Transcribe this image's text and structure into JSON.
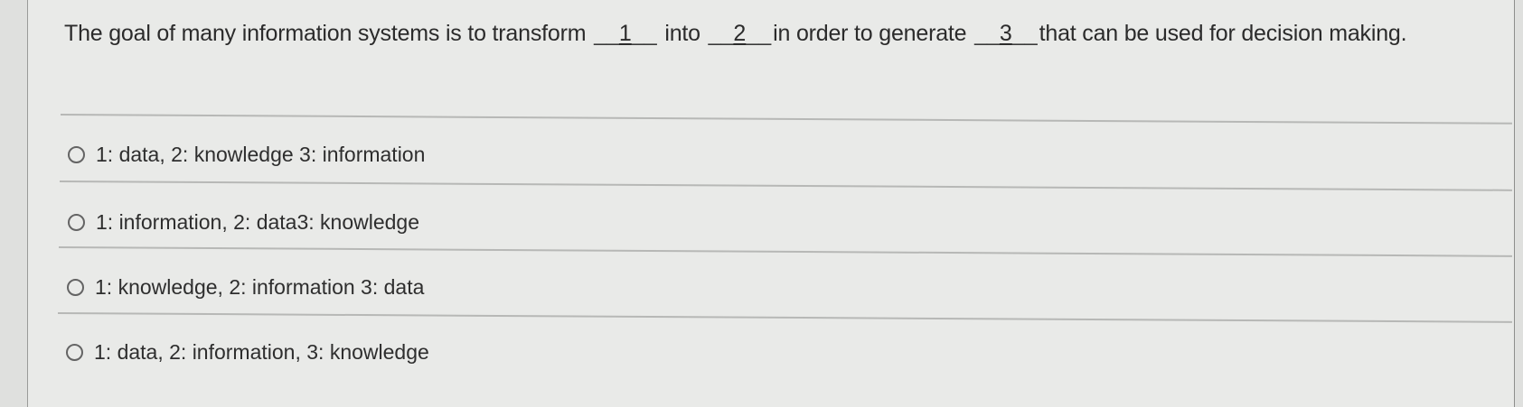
{
  "question": {
    "text_part_1": "The goal of many information systems is to transform ",
    "blank_1": {
      "left_dashes": "__",
      "number": "1",
      "right_dashes": "__"
    },
    "text_part_2": " into ",
    "blank_2": {
      "left_dashes": "__",
      "number": "2",
      "right_dashes": "__"
    },
    "text_part_3": "in order to generate ",
    "blank_3": {
      "left_dashes": "__",
      "number": "3",
      "right_dashes": "__"
    },
    "text_part_4": "that can be used for decision making."
  },
  "options": [
    {
      "label": "1: data, 2: knowledge 3: information",
      "selected": false
    },
    {
      "label": "1: information, 2: data3: knowledge",
      "selected": false
    },
    {
      "label": "1: knowledge, 2: information 3: data",
      "selected": false
    },
    {
      "label": "1: data, 2: information, 3: knowledge",
      "selected": false
    }
  ],
  "colors": {
    "background": "#e9eae8",
    "text": "#2e2e2e",
    "divider": "#b7b8b6",
    "radio_border": "#646464"
  }
}
